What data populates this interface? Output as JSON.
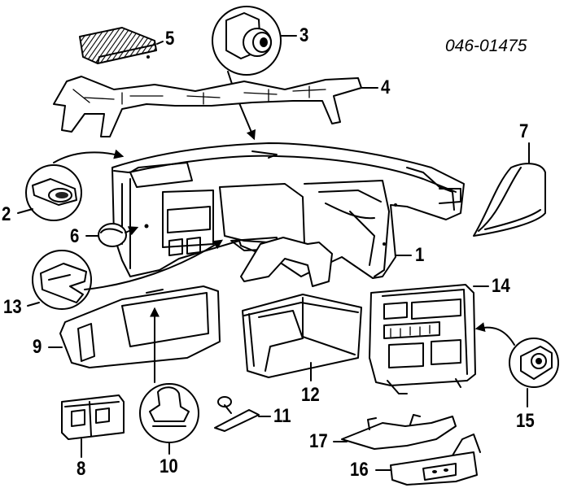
{
  "diagram": {
    "catalog_code": "046-01475",
    "part_numbers": [
      "1",
      "2",
      "3",
      "4",
      "5",
      "6",
      "7",
      "8",
      "9",
      "10",
      "11",
      "12",
      "13",
      "14",
      "15",
      "16",
      "17"
    ],
    "colors": {
      "ink": "#000000",
      "paper": "#ffffff"
    }
  }
}
